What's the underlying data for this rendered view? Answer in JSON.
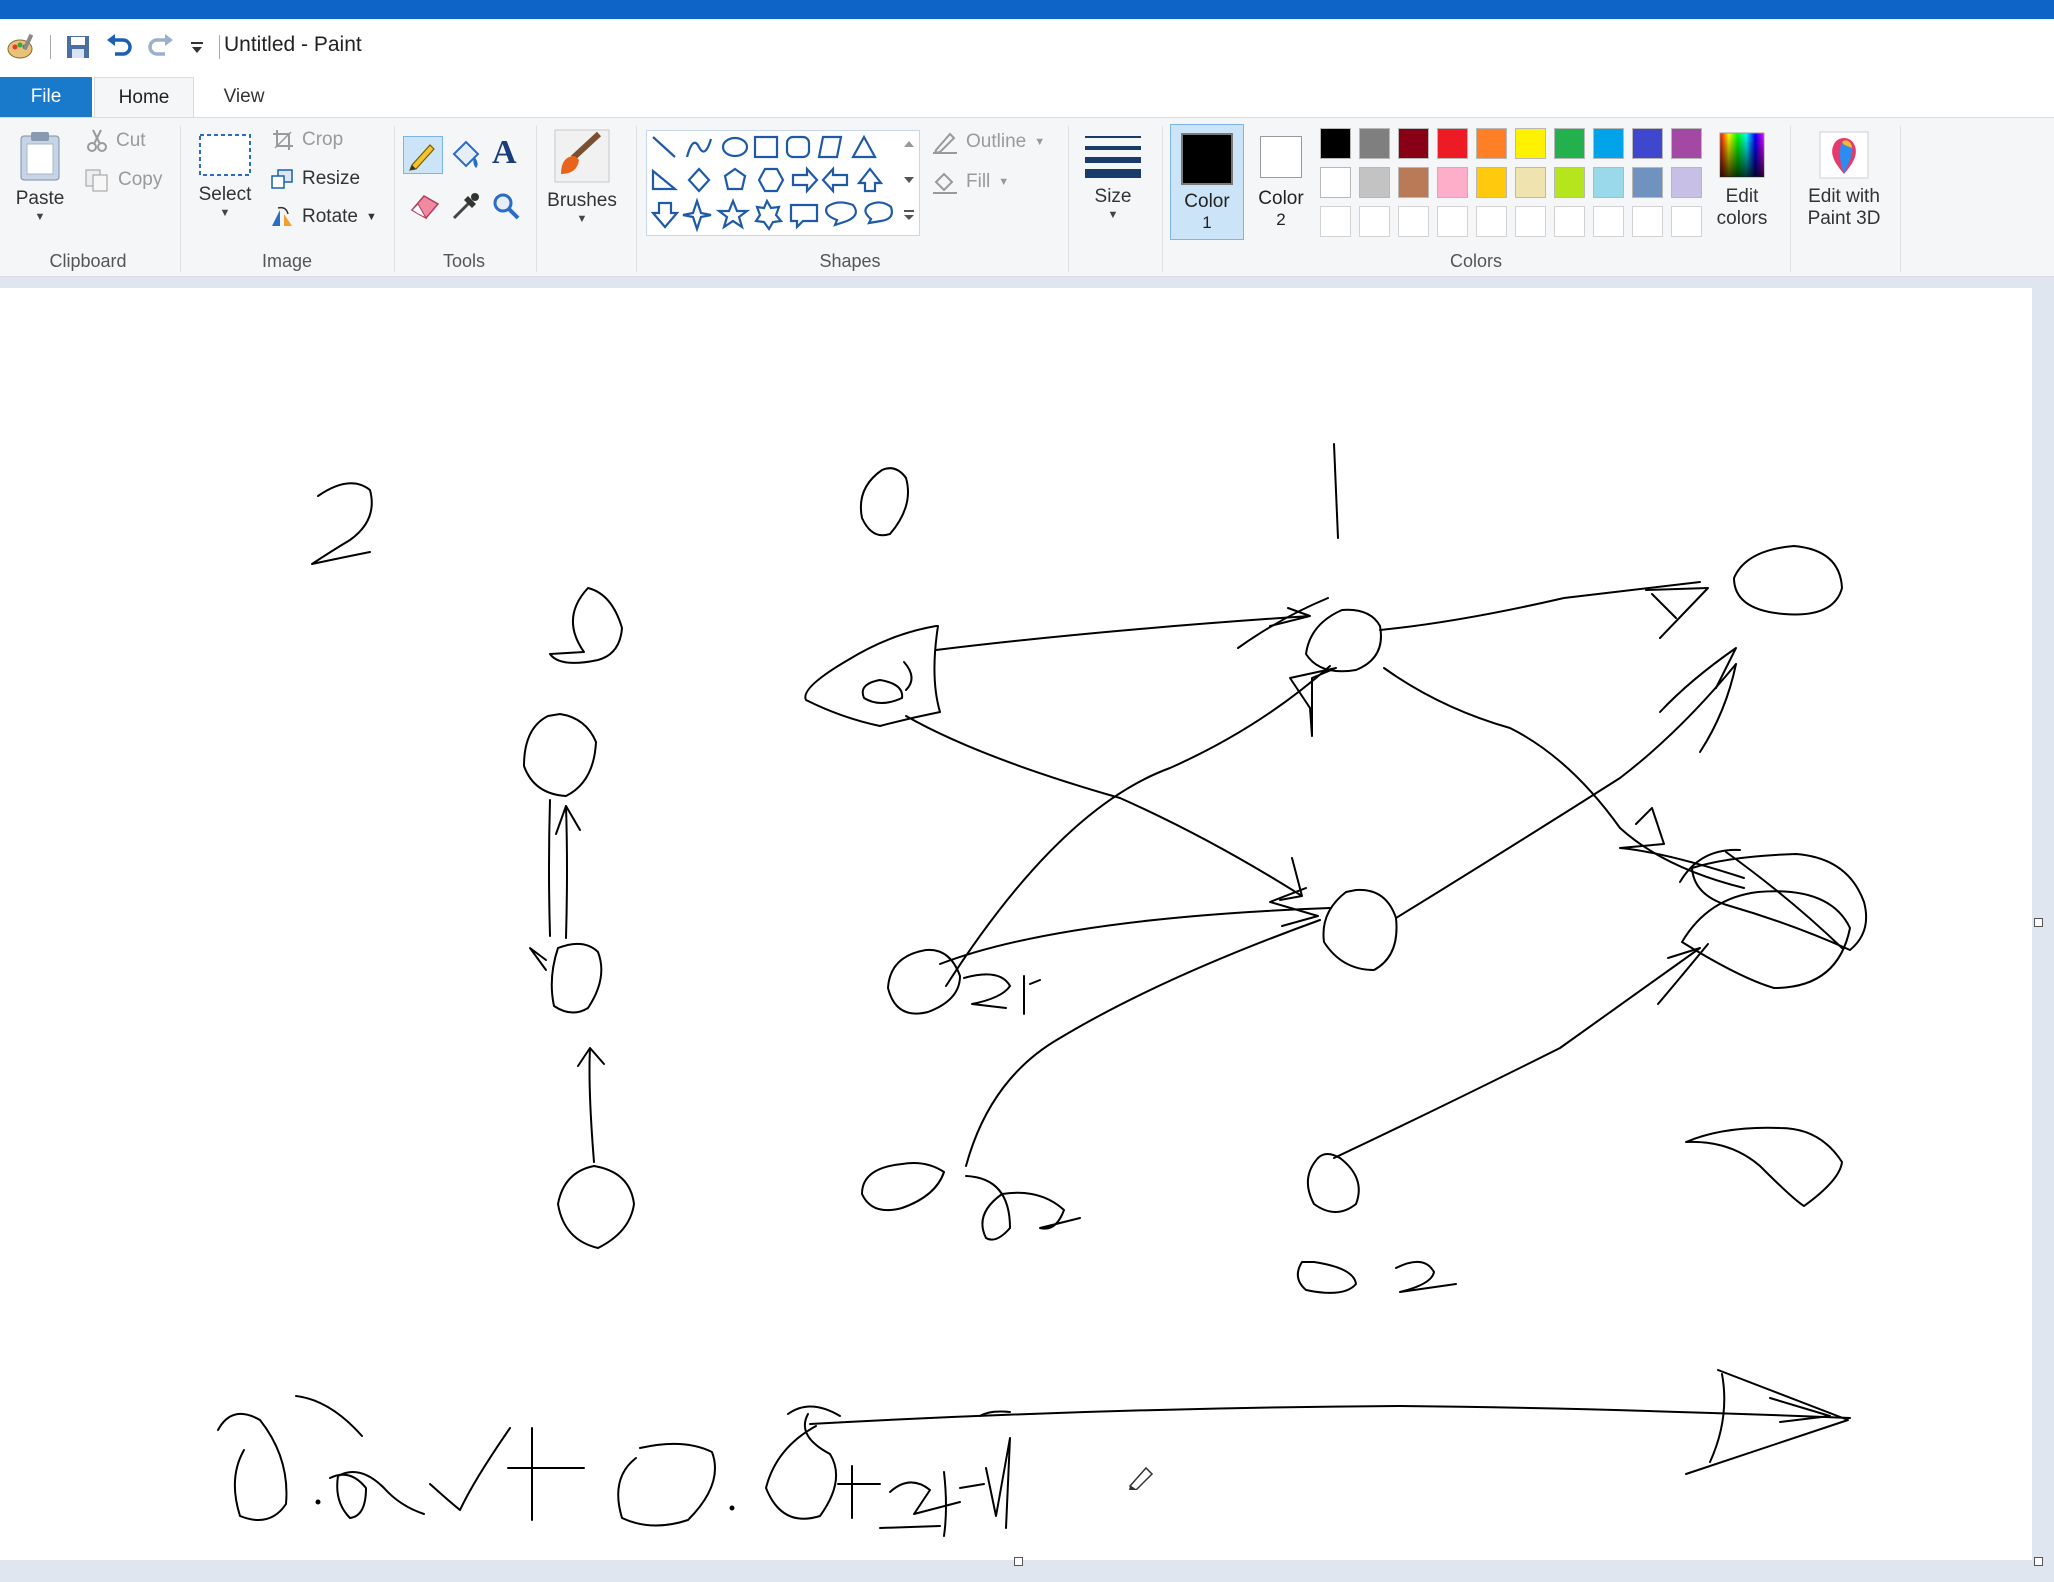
{
  "window": {
    "title": "Untitled - Paint"
  },
  "tabs": {
    "file": "File",
    "home": "Home",
    "view": "View"
  },
  "clipboard": {
    "paste": "Paste",
    "cut": "Cut",
    "copy": "Copy",
    "label": "Clipboard"
  },
  "image": {
    "select": "Select",
    "crop": "Crop",
    "resize": "Resize",
    "rotate": "Rotate",
    "label": "Image"
  },
  "tools": {
    "label": "Tools",
    "text_glyph": "A"
  },
  "brushes": {
    "label": "Brushes"
  },
  "shapes": {
    "label": "Shapes",
    "outline": "Outline",
    "fill": "Fill"
  },
  "size": {
    "label": "Size"
  },
  "color1": {
    "line1": "Color",
    "line2": "1",
    "value": "#000000"
  },
  "color2": {
    "line1": "Color",
    "line2": "2",
    "value": "#ffffff"
  },
  "colors": {
    "label": "Colors",
    "row1": [
      "#000000",
      "#7f7f7f",
      "#880015",
      "#ed1c24",
      "#ff7f27",
      "#fff200",
      "#22b14c",
      "#00a2e8",
      "#3f48cc",
      "#a349a4"
    ],
    "row2": [
      "#ffffff",
      "#c3c3c3",
      "#b97a57",
      "#ffaec9",
      "#ffc90e",
      "#efe4b0",
      "#b5e61d",
      "#99d9ea",
      "#7092be",
      "#c8bfe7"
    ],
    "edit_line1": "Edit",
    "edit_line2": "colors"
  },
  "paint3d": {
    "line1": "Edit with",
    "line2": "Paint 3D"
  }
}
